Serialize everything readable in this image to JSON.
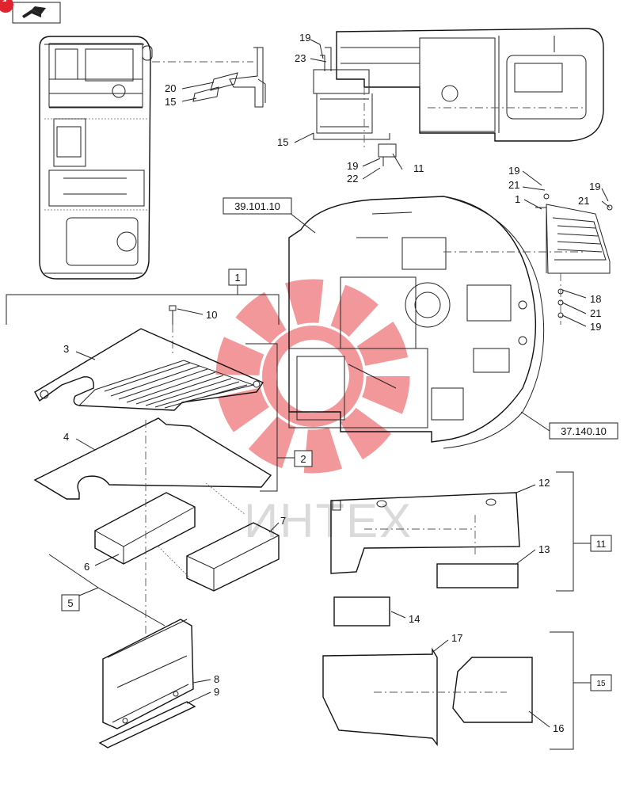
{
  "watermark": {
    "text": "ИНТЕХ",
    "gear_color": "#e8444a"
  },
  "nav": {
    "icon": "book-arrow-icon",
    "badge_color": "#e0242f"
  },
  "refs": {
    "r39": "39.101.10",
    "r37": "37.140.10"
  },
  "boxes": {
    "b1": "1",
    "b2": "2",
    "b5": "5",
    "b11": "11",
    "b15": "15"
  },
  "callouts": {
    "c19a": "19",
    "c23": "23",
    "c20": "20",
    "c15a": "15",
    "c15b": "15",
    "c19b": "19",
    "c22": "22",
    "c11": "11",
    "c19c": "19",
    "c21a": "21",
    "c1": "1",
    "c19d": "19",
    "c21b": "21",
    "c18": "18",
    "c21c": "21",
    "c19e": "19",
    "c10": "10",
    "c3": "3",
    "c4": "4",
    "c7": "7",
    "c6": "6",
    "c8": "8",
    "c9": "9",
    "c12": "12",
    "c13": "13",
    "c14": "14",
    "c17": "17",
    "c16": "16"
  }
}
